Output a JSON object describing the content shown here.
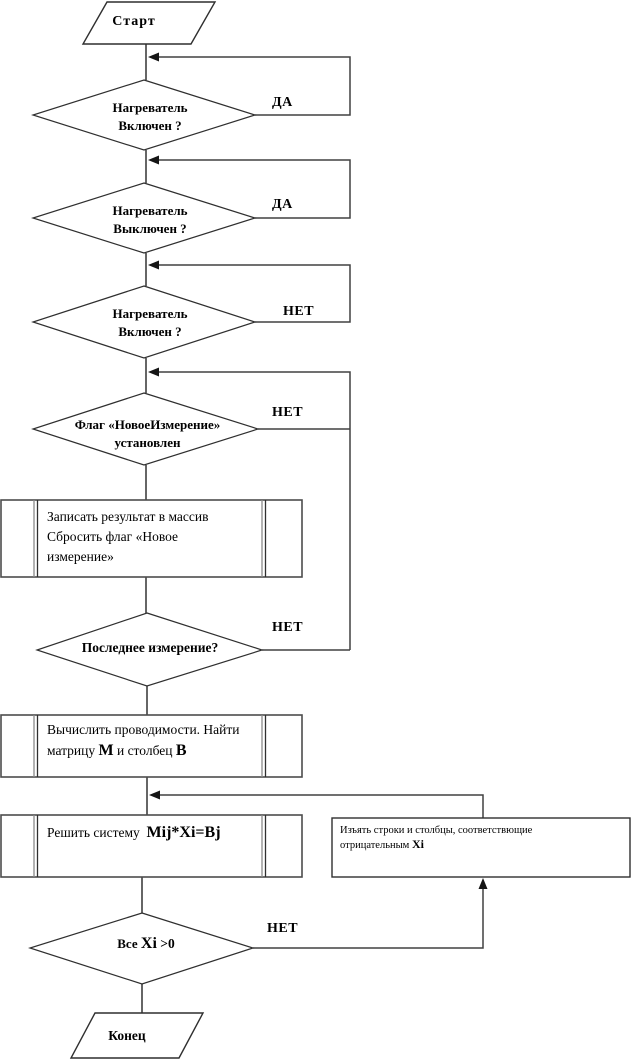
{
  "diagram": {
    "type": "flowchart",
    "language": "ru",
    "colors": {
      "connector_line": "#404040",
      "shape_stroke": "#2f2f2f",
      "sidebar_gray": "#8a8a8a",
      "text": "#000000",
      "background": "#ffffff"
    },
    "nodes": {
      "start": {
        "label": "Старт"
      },
      "heater_on_1": {
        "line1": "Нагреватель",
        "line2": "Включен ?"
      },
      "heater_off": {
        "line1": "Нагреватель",
        "line2": "Выключен ?"
      },
      "heater_on_2": {
        "line1": "Нагреватель",
        "line2": "Включен ?"
      },
      "flag_new_measurement": {
        "line1": "Флаг «НовоеИзмерение»",
        "line2": "установлен"
      },
      "write_result": {
        "line1": "Записать результат в массив",
        "line2": "Сбросить флаг «Новое",
        "line3": "измерение»"
      },
      "last_measurement": {
        "label": "Последнее измерение?"
      },
      "compute_conductivities": {
        "line1": "Вычислить проводимости. Найти",
        "line2_parts": [
          "матрицу ",
          "M",
          " и столбец ",
          "B"
        ]
      },
      "solve_system": {
        "line1_parts": [
          "Решить систему  ",
          "Mij*Xi=Bj"
        ]
      },
      "remove_rows_columns": {
        "line1": "Изъять строки и столбцы, соответствющие",
        "line2_parts": [
          "отрицательным ",
          "Xi"
        ]
      },
      "all_xi_positive": {
        "parts": [
          "Все ",
          "Xi",
          " >0"
        ]
      },
      "end": {
        "label": "Конец"
      }
    },
    "branch_labels": {
      "yes1": "ДА",
      "yes2": "ДА",
      "no3": "НЕТ",
      "no4": "НЕТ",
      "no5": "НЕТ",
      "no6": "НЕТ"
    }
  }
}
